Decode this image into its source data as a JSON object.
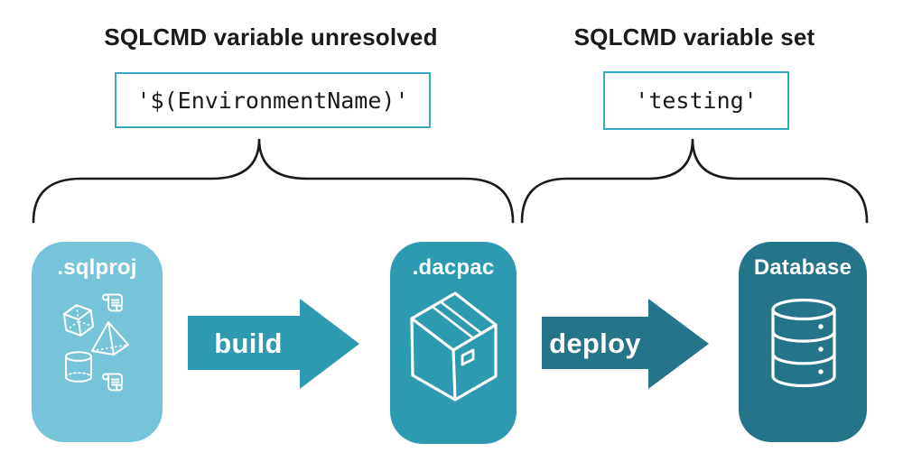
{
  "annotations": [
    {
      "heading": "SQLCMD variable unresolved",
      "code": "'$(EnvironmentName)'"
    },
    {
      "heading": "SQLCMD variable set",
      "code": "'testing'"
    }
  ],
  "pipeline": {
    "stages": [
      {
        "label": ".sqlproj",
        "icon": "sql-objects-icon",
        "color": "#76c4d9"
      },
      {
        "label": ".dacpac",
        "icon": "package-box-icon",
        "color": "#2e9ab2"
      },
      {
        "label": "Database",
        "icon": "database-cylinder-icon",
        "color": "#24748a"
      }
    ],
    "arrows": [
      {
        "label": "build",
        "color": "#2e9ab2"
      },
      {
        "label": "deploy",
        "color": "#24748a"
      }
    ]
  },
  "colors": {
    "background": "#ffffff",
    "code_box_border": "#3aa7c3",
    "brace_stroke": "#1a1a1a",
    "heading_text": "#1a1a1a",
    "icon_stroke": "#ffffff",
    "stage_sqlproj": "#76c4d9",
    "stage_dacpac": "#2e9ab2",
    "stage_database": "#24748a"
  }
}
